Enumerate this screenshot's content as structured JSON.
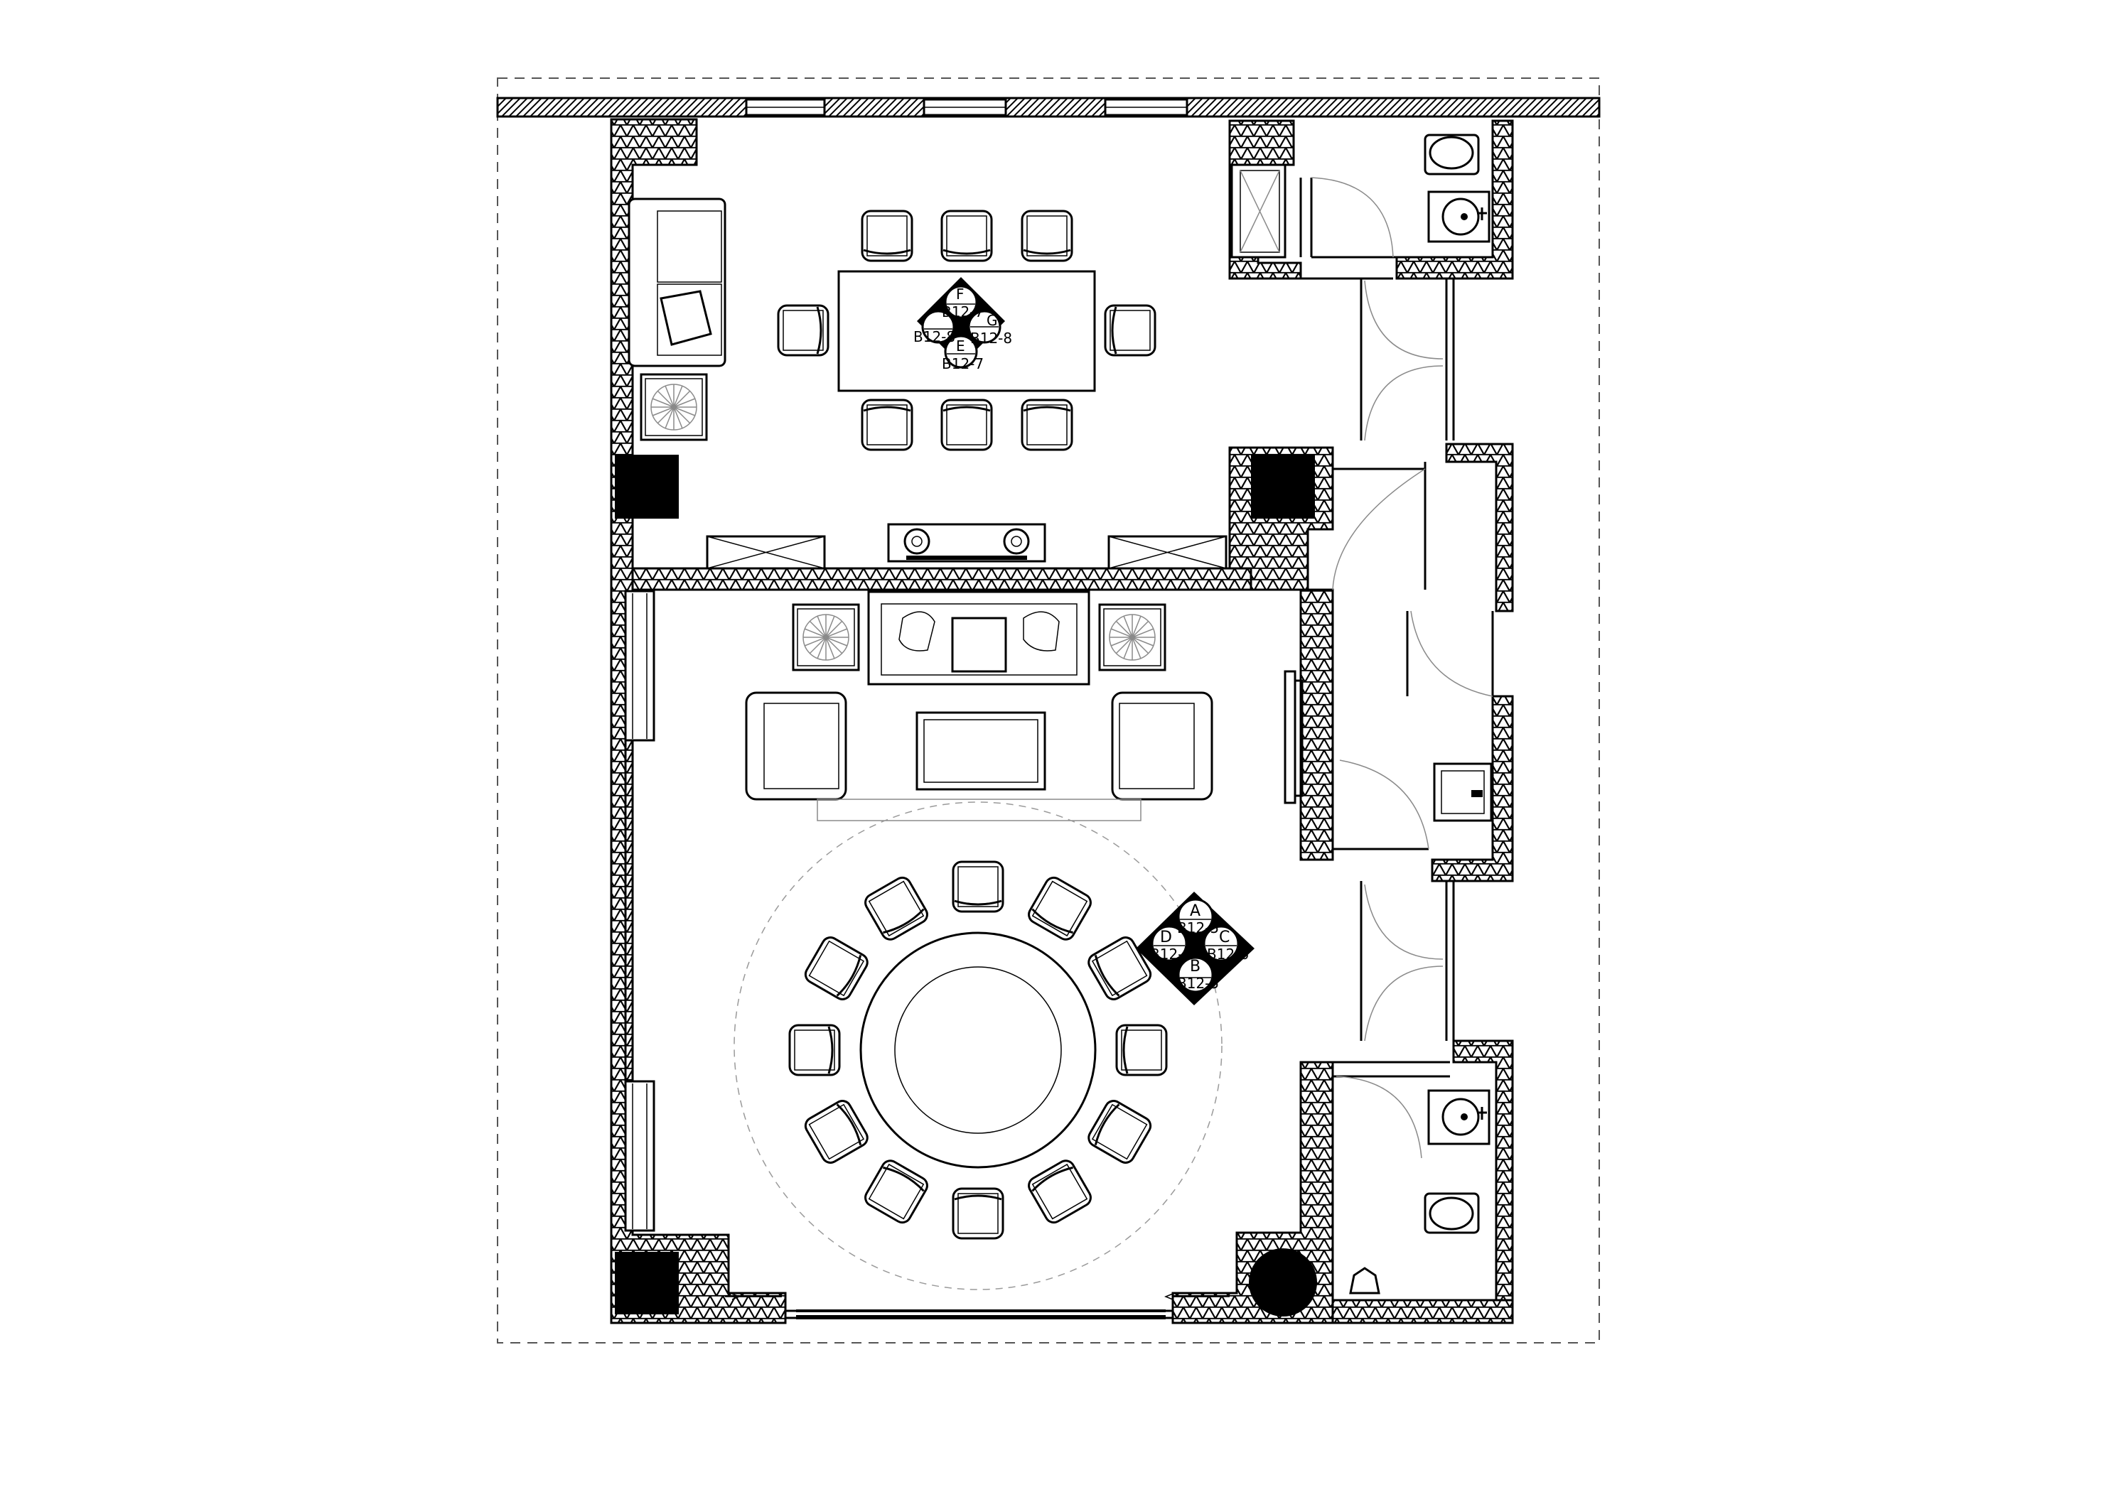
{
  "tags": {
    "upper_cluster": [
      {
        "letter": "F",
        "code": "B12-7"
      },
      {
        "letter": "G",
        "code": "B12-8"
      },
      {
        "letter": "E",
        "code": "B12-7"
      },
      {
        "letter": "",
        "code": "B12-8"
      }
    ],
    "lower_cluster": [
      {
        "letter": "A",
        "code": "B12-5"
      },
      {
        "letter": "C",
        "code": "B12-6"
      },
      {
        "letter": "B",
        "code": "B12-5"
      },
      {
        "letter": "D",
        "code": "B12-6"
      }
    ]
  },
  "colors": {
    "line": "#000000",
    "background": "#ffffff",
    "dashed": "#555555"
  }
}
